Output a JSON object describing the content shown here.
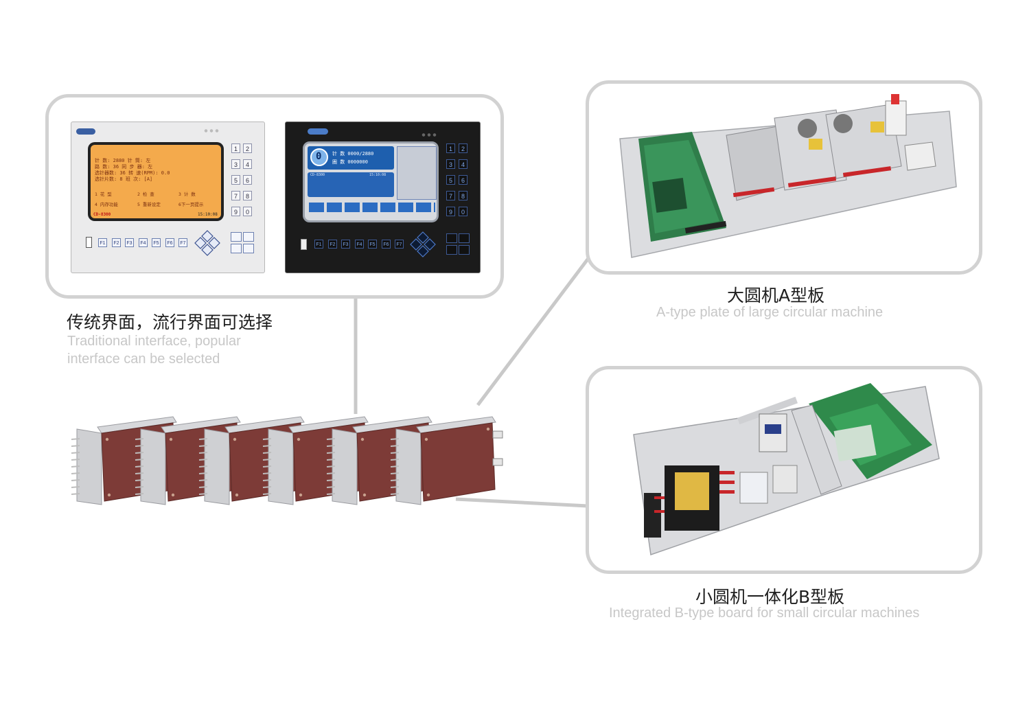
{
  "traditional": {
    "title_cn": "传统界面，流行界面可选择",
    "title_en_line1": "Traditional interface, popular",
    "title_en_line2": "interface can be selected"
  },
  "a_type": {
    "title_cn": "大圆机A型板",
    "title_en": "A-type plate of large circular machine"
  },
  "b_type": {
    "title_cn": "小圆机一体化B型板",
    "title_en": "Integrated B-type board for small circular machines"
  },
  "colors": {
    "frame": "#d2d2d2",
    "module_face": "#7d3b37",
    "connector": "#bdbdbd",
    "orange_screen": "#f3a94a",
    "blue_screen": "#1d5ea8",
    "grey_panel": "#e9e9ea",
    "black_panel": "#1a1a1a"
  },
  "controller_orange": {
    "model": "CD-8300",
    "time": "15:10:08",
    "rows": [
      "针    数:    2880   针    筒:    左",
      "路    数:      36   同 步 器:    左",
      "选针器数:      36   转 速(RPM):  0.0",
      "选针片数:       8   班    次:   [A]"
    ],
    "menu": [
      "1 花  型",
      "2 检  查",
      "3 计  数",
      "4 内存功能",
      "5 重新设定",
      "6下一页提示"
    ],
    "fkeys": [
      "F1",
      "F2",
      "F3",
      "F4",
      "F5",
      "F6",
      "F7"
    ],
    "numkeys": [
      "1",
      "2",
      "3",
      "4",
      "5",
      "6",
      "7",
      "8",
      "9",
      "0"
    ]
  },
  "controller_blue": {
    "model": "CD-8300",
    "big_num": "0",
    "counts": [
      "针 数 0000/2880",
      "圈 数 0000000"
    ],
    "time": "15:10:08",
    "fkeys": [
      "F1",
      "F2",
      "F3",
      "F4",
      "F5",
      "F6",
      "F7"
    ],
    "numkeys": [
      "1",
      "2",
      "3",
      "4",
      "5",
      "6",
      "7",
      "8",
      "9",
      "0"
    ]
  },
  "modules": {
    "count": 6
  }
}
